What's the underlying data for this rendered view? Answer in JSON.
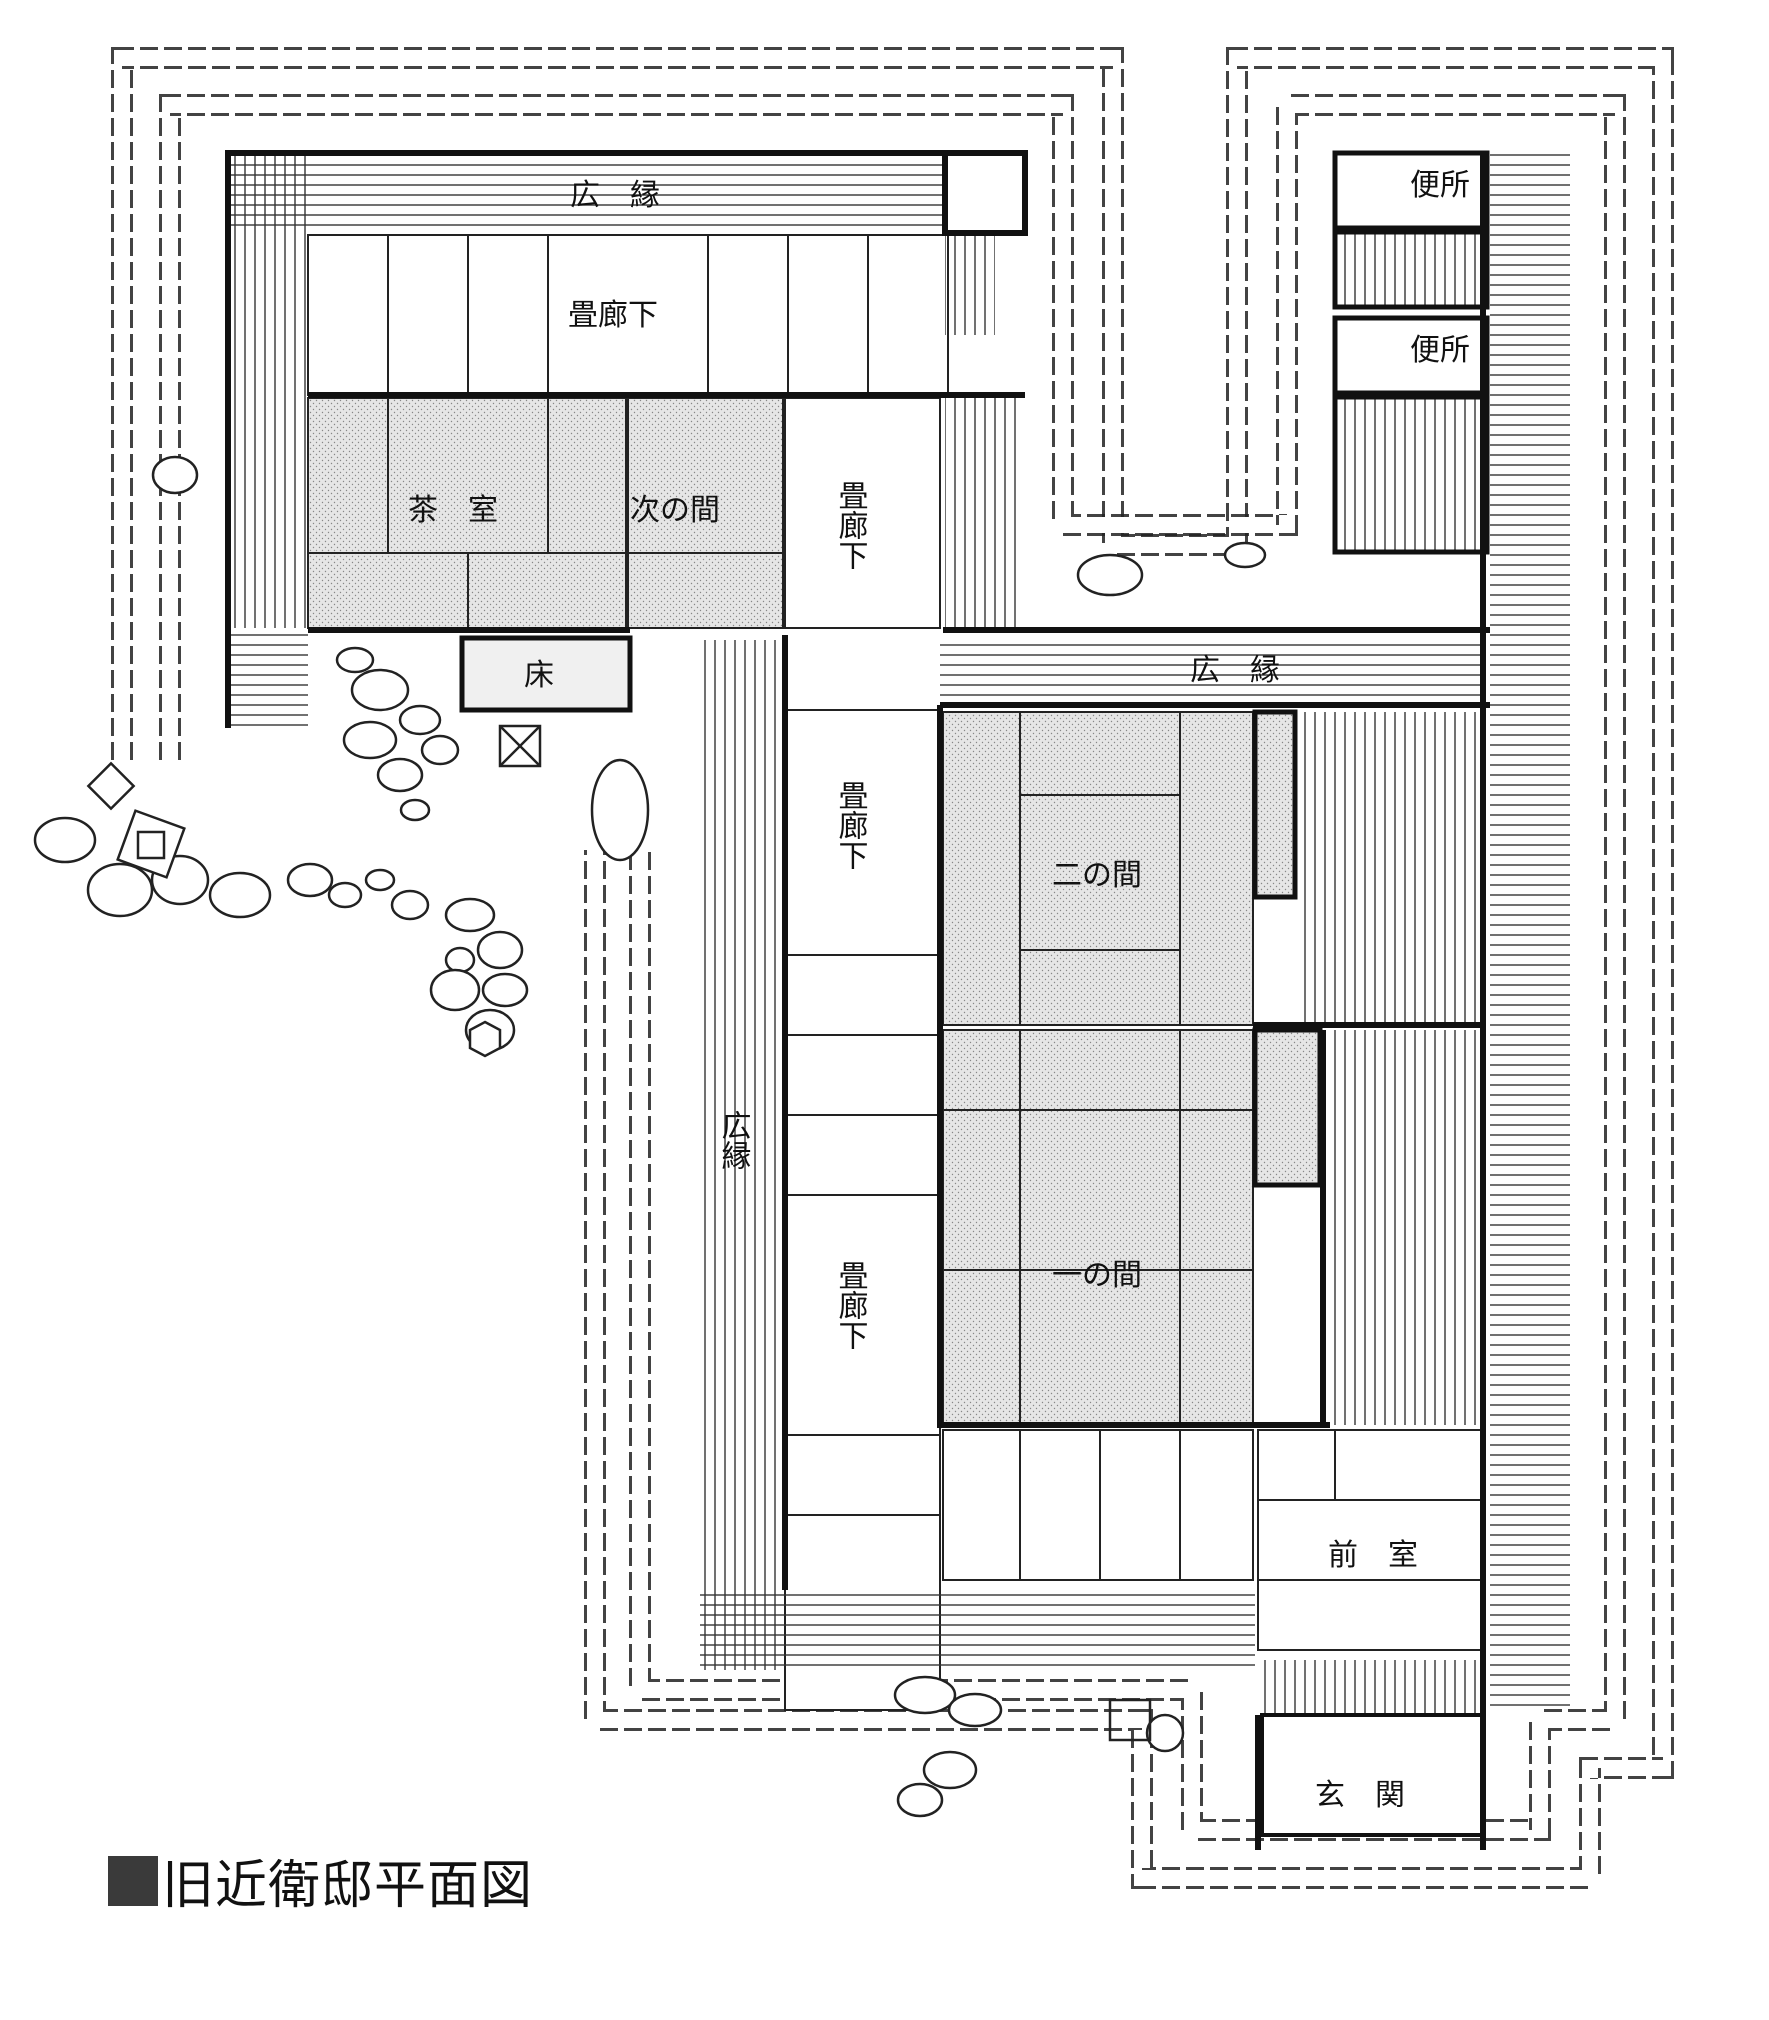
{
  "title": "旧近衛邸平面図",
  "rooms": {
    "hiroen_north": "広　縁",
    "tatami_corridor_north": "畳廊下",
    "chashitsu": "茶　室",
    "tsuginoma": "次の間",
    "tatami_corridor_mid": "畳廊下",
    "toko": "床",
    "hiroen_east": "広　縁",
    "tatami_corridor_west1": "畳廊下",
    "ninoma": "二の間",
    "hiroen_west": "広縁",
    "tatami_corridor_west2": "畳廊下",
    "ichinoma": "一の間",
    "zenshitsu": "前　室",
    "genkan": "玄　関",
    "benjo_1": "便所",
    "benjo_2": "便所"
  },
  "colors": {
    "wall": "#111111",
    "tatami_fill": "#e4e4e4",
    "line": "#222222",
    "background": "#ffffff"
  }
}
